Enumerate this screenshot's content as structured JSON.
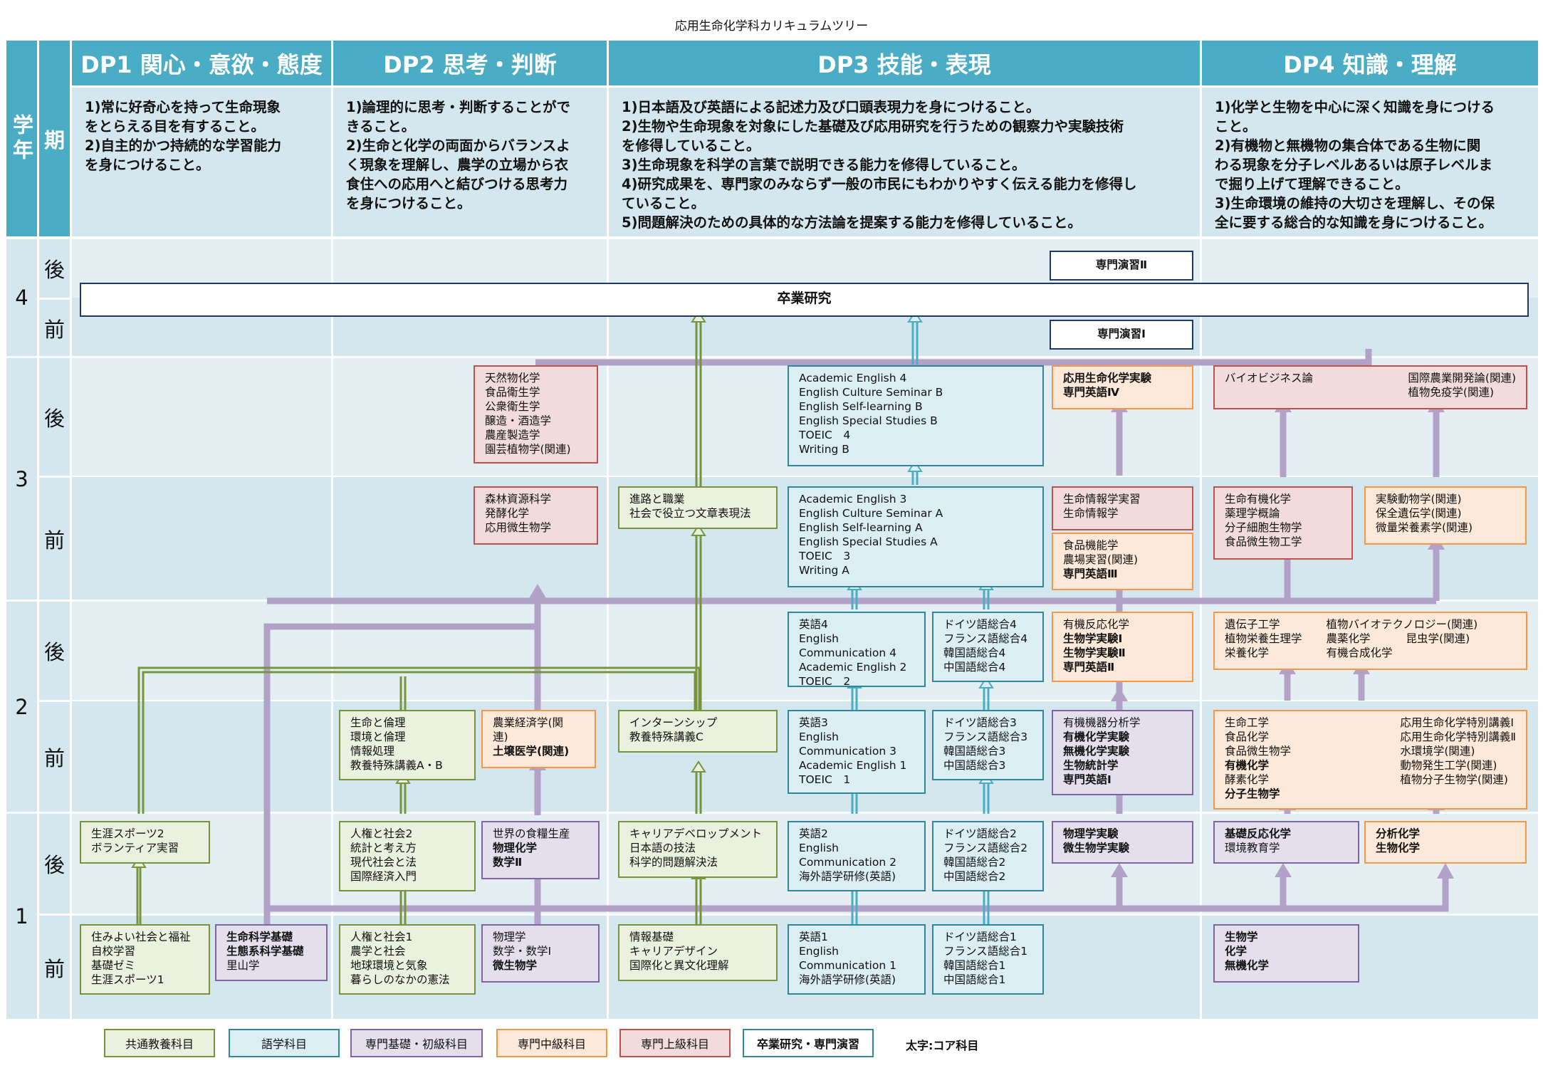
{
  "title": "応用生命化学科カリキュラムツリー",
  "header": {
    "year": "学年",
    "term": "期"
  },
  "dp": [
    {
      "title": "DP1 関心・意欲・態度",
      "desc": [
        "1)常に好奇心を持って生命現象",
        "をとらえる目を有すること。",
        "2)自主的かつ持続的な学習能力",
        "を身につけること。"
      ]
    },
    {
      "title": "DP2 思考・判断",
      "desc": [
        "1)論理的に思考・判断することがで",
        "きること。",
        "2)生命と化学の両面からバランスよ",
        "く現象を理解し、農学の立場から衣",
        "食住への応用へと結びつける思考力",
        "を身につけること。"
      ]
    },
    {
      "title": "DP3 技能・表現",
      "desc": [
        "1)日本語及び英語による記述力及び口頭表現力を身につけること。",
        "2)生物や生命現象を対象にした基礎及び応用研究を行うための観察力や実験技術",
        "を修得していること。",
        "3)生命現象を科学の言葉で説明できる能力を修得していること。",
        "4)研究成果を、専門家のみならず一般の市民にもわかりやすく伝える能力を修得し",
        "ていること。",
        "5)問題解決のための具体的な方法論を提案する能力を修得していること。"
      ]
    },
    {
      "title": "DP4 知識・理解",
      "desc": [
        "1)化学と生物を中心に深く知識を身につける",
        "こと。",
        "2)有機物と無機物の集合体である生物に関",
        "わる現象を分子レベルあるいは原子レベルま",
        "で掘り上げて理解できること。",
        "3)生命環境の維持の大切さを理解し、その保",
        "全に要する総合的な知識を身につけること。"
      ]
    }
  ],
  "years": [
    "4",
    "3",
    "2",
    "1"
  ],
  "terms": {
    "late": "後",
    "early": "前"
  },
  "boxes": {
    "sotsuken": "卒業研究",
    "ens2": "専門演習Ⅱ",
    "ens1": "専門演習Ⅰ",
    "y3l_red": [
      "天然物化学",
      "食品衛生学",
      "公衆衛生学",
      "醸造・酒造学",
      "農産製造学",
      "園芸植物学(関連)"
    ],
    "y3e_red": [
      "森林資源科学",
      "発酵化学",
      "応用微生物学"
    ],
    "y3e_green": [
      "進路と職業",
      "社会で役立つ文章表現法"
    ],
    "y3l_eng": [
      "Academic English 4",
      "English Culture Seminar B",
      "English Self-learning B",
      "English Special Studies B",
      "TOEIC　4",
      "Writing B"
    ],
    "y3e_eng": [
      "Academic English 3",
      "English Culture Seminar A",
      "English Self-learning A",
      "English Special Studies A",
      "TOEIC　3",
      "Writing A"
    ],
    "y3l_orange": [
      "応用生命化学実験",
      "専門英語Ⅳ"
    ],
    "y3e_orange1": [
      "生命情報学実習",
      "生命情報学"
    ],
    "y3e_orange2": [
      "食品機能学",
      "農場実習(関連)",
      "専門英語Ⅲ"
    ],
    "y3l_red2_left": "バイオビジネス論",
    "y3l_red2_right": [
      "国際農業開発論(関連)",
      "植物免疫学(関連)"
    ],
    "y3e_o4a": [
      "生命有機化学",
      "薬理学概論",
      "分子細胞生物学",
      "食品微生物工学"
    ],
    "y3e_o4b": [
      "実験動物学(関連)",
      "保全遺伝学(関連)",
      "微量栄養素学(関連)"
    ],
    "y2l_eng4": [
      "英語4",
      "English",
      "Communication 4",
      "Academic English 2",
      "TOEIC　2"
    ],
    "y2l_ger4": [
      "ドイツ語総合4",
      "フランス語総合4",
      "韓国語総合4",
      "中国語総合4"
    ],
    "y2l_orange": [
      "有機反応化学",
      "生物学実験Ⅰ",
      "生物学実験Ⅱ",
      "専門英語Ⅱ"
    ],
    "y2l_o4_left": [
      "遺伝子工学",
      "植物栄養生理学",
      "栄養化学"
    ],
    "y2l_o4_right1": [
      "植物バイオテクノロジー(関連)",
      "農薬化学"
    ],
    "y2l_o4_right1b": "昆虫学(関連)",
    "y2l_o4_right2": "有機合成化学",
    "y2e_green1": [
      "生命と倫理",
      "環境と倫理",
      "情報処理",
      "教養特殊講義A・B"
    ],
    "y2e_orange1": [
      "農業経済学(関",
      "連)",
      "土壌医学(関連)"
    ],
    "y2e_green2": [
      "インターンシップ",
      "教養特殊講義C"
    ],
    "y2e_eng3": [
      "英語3",
      "English",
      "Communication 3",
      "Academic English 1",
      "TOEIC　1"
    ],
    "y2e_ger3": [
      "ドイツ語総合3",
      "フランス語総合3",
      "韓国語総合3",
      "中国語総合3"
    ],
    "y2e_purple": [
      "有機機器分析学",
      "有機化学実験",
      "無機化学実験",
      "生物統計学",
      "専門英語Ⅰ"
    ],
    "y2e_o4_left": [
      "生命工学",
      "食品化学",
      "食品微生物学",
      "有機化学",
      "酵素化学",
      "分子生物学"
    ],
    "y2e_o4_right": [
      "応用生命化学特別講義Ⅰ",
      "応用生命化学特別講義Ⅱ",
      "水環境学(関連)",
      "動物発生工学(関連)",
      "植物分子生物学(関連)"
    ],
    "y1l_green1": [
      "生涯スポーツ2",
      "ボランティア実習"
    ],
    "y1l_green2": [
      "人権と社会2",
      "統計と考え方",
      "現代社会と法",
      "国際経済入門"
    ],
    "y1l_purple1": [
      "世界の食糧生産",
      "物理化学",
      "数学Ⅱ"
    ],
    "y1l_green3": [
      "キャリアデベロップメント",
      "日本語の技法",
      "科学的問題解決法"
    ],
    "y1l_eng2": [
      "英語2",
      "English",
      "Communication 2",
      "海外語学研修(英語)"
    ],
    "y1l_ger2": [
      "ドイツ語総合2",
      "フランス語総合2",
      "韓国語総合2",
      "中国語総合2"
    ],
    "y1l_purple2": [
      "物理学実験",
      "微生物学実験"
    ],
    "y1l_purple3": [
      "基礎反応化学",
      "環境教育学"
    ],
    "y1l_orange": [
      "分析化学",
      "生物化学"
    ],
    "y1e_green1": [
      "住みよい社会と福祉",
      "自校学習",
      "基礎ゼミ",
      "生涯スポーツ1"
    ],
    "y1e_purple1": [
      "生命科学基礎",
      "生態系科学基礎",
      "里山学"
    ],
    "y1e_green2": [
      "人権と社会1",
      "農学と社会",
      "地球環境と気象",
      "暮らしのなかの憲法"
    ],
    "y1e_purple2": [
      "物理学",
      "数学・数学Ⅰ",
      "微生物学"
    ],
    "y1e_green3": [
      "情報基礎",
      "キャリアデザイン",
      "国際化と異文化理解"
    ],
    "y1e_eng1": [
      "英語1",
      "English",
      "Communication 1",
      "海外語学研修(英語)"
    ],
    "y1e_ger1": [
      "ドイツ語総合1",
      "フランス語総合1",
      "韓国語総合1",
      "中国語総合1"
    ],
    "y1e_purple3": [
      "生物学",
      "化学",
      "無機化学"
    ]
  },
  "legend": [
    "共通教養科目",
    "語学科目",
    "専門基礎・初級科目",
    "専門中級科目",
    "専門上級科目",
    "卒業研究・専門演習"
  ],
  "legend_note": "太字:コア科目",
  "colors": {
    "header": "#4aacc5",
    "band": "#d4e7ee",
    "common": "#77933c",
    "language": "#31869b",
    "basic": "#8064a2",
    "intermediate": "#f79646",
    "advanced": "#c0504d",
    "seminar": "#1f3864",
    "arrow_purple": "#b3a2c7",
    "arrow_green": "#77933c",
    "arrow_blue": "#4aacc5"
  }
}
